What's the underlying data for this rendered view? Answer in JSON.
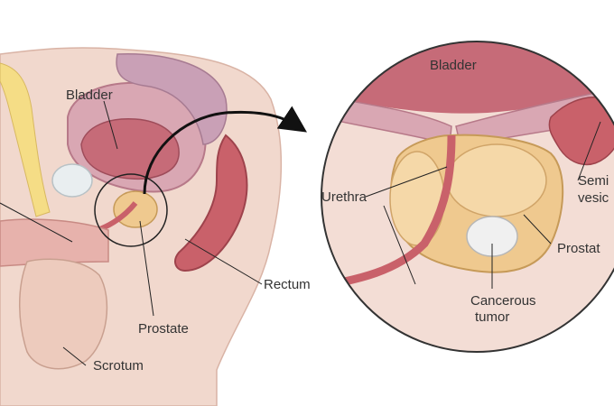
{
  "labels": {
    "left": {
      "bladder": "Bladder",
      "prostate": "Prostate",
      "rectum": "Rectum",
      "scrotum": "Scrotum"
    },
    "right": {
      "bladder": "Bladder",
      "urethra": "Urethra",
      "seminal_1": "Semi",
      "seminal_2": "vesic",
      "prostate": "Prostat",
      "tumor_1": "Cancerous",
      "tumor_2": "tumor"
    }
  },
  "colors": {
    "skin": "#f1d8cd",
    "skin_dark": "#e2b6a6",
    "bladder": "#c66b78",
    "bladder_light": "#d9a7b3",
    "prostate": "#efc98f",
    "tube": "#c9616a",
    "tumor": "#f0f0f0",
    "fat": "#f5dd86",
    "line": "#222222"
  }
}
